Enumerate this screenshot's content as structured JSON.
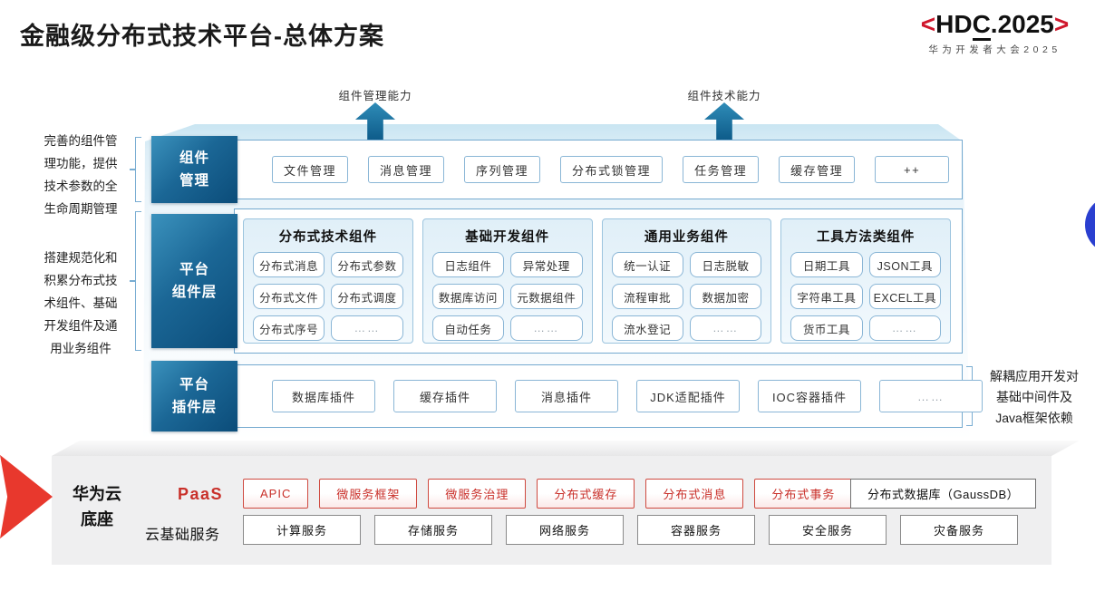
{
  "title": "金融级分布式技术平台-总体方案",
  "logo": {
    "left_bracket": "<",
    "pre_c": "HD",
    "c": "C",
    "post_c": ".2025",
    "right_bracket": ">",
    "subtitle": "华为开发者大会2025"
  },
  "arrows": [
    {
      "label": "组件管理能力"
    },
    {
      "label": "组件技术能力"
    }
  ],
  "notes": {
    "left_top": "完善的组件管\n理功能，提供\n技术参数的全\n生命周期管理",
    "left_bottom": "搭建规范化和\n积累分布式技\n术组件、基础\n开发组件及通\n用业务组件",
    "right": "解耦应用开发对\n基础中间件及\nJava框架依赖"
  },
  "rows": {
    "management": {
      "label": "组件\n管理",
      "items": [
        "文件管理",
        "消息管理",
        "序列管理",
        "分布式锁管理",
        "任务管理",
        "缓存管理",
        "++"
      ]
    },
    "components": {
      "label": "平台\n组件层",
      "groups": [
        {
          "title": "分布式技术组件",
          "items": [
            "分布式消息",
            "分布式参数",
            "分布式文件",
            "分布式调度",
            "分布式序号",
            "……"
          ]
        },
        {
          "title": "基础开发组件",
          "items": [
            "日志组件",
            "异常处理",
            "数据库访问",
            "元数据组件",
            "自动任务",
            "……"
          ]
        },
        {
          "title": "通用业务组件",
          "items": [
            "统一认证",
            "日志脱敏",
            "流程审批",
            "数据加密",
            "流水登记",
            "……"
          ]
        },
        {
          "title": "工具方法类组件",
          "items": [
            "日期工具",
            "JSON工具",
            "字符串工具",
            "EXCEL工具",
            "货币工具",
            "……"
          ]
        }
      ]
    },
    "plugins": {
      "label": "平台\n插件层",
      "items": [
        "数据库插件",
        "缓存插件",
        "消息插件",
        "JDK适配插件",
        "IOC容器插件",
        "……"
      ]
    }
  },
  "foundation": {
    "label": "华为云\n底座",
    "paas": {
      "label": "PaaS",
      "items": [
        "APIC",
        "微服务框架",
        "微服务治理",
        "分布式缓存",
        "分布式消息",
        "分布式事务"
      ],
      "dark_item": "分布式数据库（GaussDB）"
    },
    "iaas": {
      "label": "云基础服务",
      "items": [
        "计算服务",
        "存储服务",
        "网络服务",
        "容器服务",
        "安全服务",
        "灾备服务"
      ]
    }
  },
  "colors": {
    "accent_red": "#e8382d",
    "deep_blue": "#0b4c79",
    "teal_blue": "#2f8cb8",
    "border_blue": "#8ab6d6",
    "circle_blue": "#2a3fd0"
  }
}
